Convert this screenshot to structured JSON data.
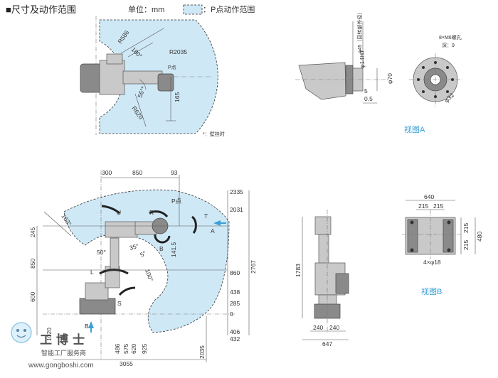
{
  "header": {
    "title": "■尺寸及动作范围",
    "unit_label": "单位：mm",
    "legend_label": "：P点动作范围",
    "legend_color": "#cfe8f6"
  },
  "top_view": {
    "labels": {
      "r586": "R586",
      "r2035": "R2035",
      "r620": "R620",
      "deg180": "180°",
      "deg55": "55°*",
      "dim165": "165",
      "p_point": "P点"
    },
    "footnote": "*：壁挂时"
  },
  "flange_side": {
    "d45": "φ45（回转部外径）",
    "d14h7": "φ14H7",
    "d70": "φ70",
    "dim5": "5",
    "dim05": "0.5",
    "caption": "视图A"
  },
  "flange_front": {
    "holes": "8×M6螺孔",
    "depth": "深：9",
    "d32": "φ32"
  },
  "side_view": {
    "top_dims": [
      "300",
      "850",
      "93"
    ],
    "left_dims": [
      "245",
      "850",
      "600",
      "1020"
    ],
    "right_dims": [
      "2335",
      "2031",
      "860",
      "438",
      "285",
      "0",
      "406",
      "432"
    ],
    "total_height": "2767",
    "bottom_dims": [
      "486",
      "575",
      "620",
      "925"
    ],
    "dim2035": "2035",
    "dim3055": "3055",
    "angle_163": "163°",
    "angle_50": "50°",
    "angle_35": "35°",
    "angle_5": "5°",
    "angle_100": "100°",
    "dim1415": "141.5",
    "p_point": "P点",
    "axes": [
      "U",
      "R",
      "T",
      "B",
      "L",
      "S"
    ],
    "view_a": "A",
    "view_b": "B"
  },
  "base_view": {
    "top_width": "640",
    "top_sub": [
      "215",
      "215"
    ],
    "right_dims": [
      "215",
      "215",
      "480"
    ],
    "holes": "4×φ18",
    "caption": "视图B"
  },
  "robot_front": {
    "height": "1783",
    "bottom_sub": [
      "240",
      "240"
    ],
    "total": "647"
  },
  "watermark": {
    "brand": "工博士",
    "slogan": "智能工厂服务商",
    "url": "www.gongboshi.com"
  }
}
